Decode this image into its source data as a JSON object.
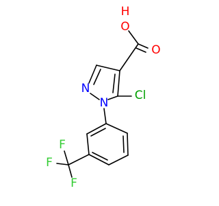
{
  "molecule": {
    "colors": {
      "bond": "#000000",
      "oxygen": "#ff0000",
      "nitrogen": "#0000ff",
      "chlorine": "#00a000",
      "fluorine": "#33cc33"
    },
    "atoms": {
      "o_hydroxyl": "O",
      "h_hydroxyl": "H",
      "o_carbonyl": "O",
      "n_ring_2": "N",
      "n_ring_1": "N",
      "cl": "Cl",
      "f_top": "F",
      "f_left": "F",
      "f_bottom": "F"
    }
  }
}
